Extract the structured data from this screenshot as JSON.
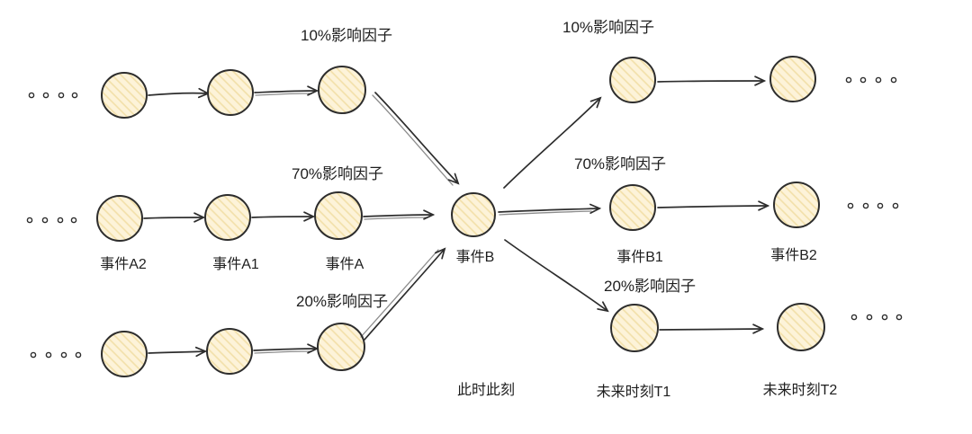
{
  "diagram": {
    "colors": {
      "background": "#ffffff",
      "stroke": "#2d2d2d",
      "node_fill": "#fdf3d9",
      "node_hatch": "#f2dfa8",
      "text": "#1e1e1e"
    },
    "factor_labels": {
      "top_left": "10%影响因子",
      "middle_left": "70%影响因子",
      "bottom_left": "20%影响因子",
      "top_right": "10%影响因子",
      "middle_right": "70%影响因子",
      "bottom_right": "20%影响因子"
    },
    "event_labels": {
      "a2": "事件A2",
      "a1": "事件A1",
      "a": "事件A",
      "b": "事件B",
      "b1": "事件B1",
      "b2": "事件B2"
    },
    "time_labels": {
      "now": "此时此刻",
      "t1": "未来时刻T1",
      "t2": "未来时刻T2"
    },
    "icons": {
      "continuation": "ellipsis-dots"
    }
  }
}
